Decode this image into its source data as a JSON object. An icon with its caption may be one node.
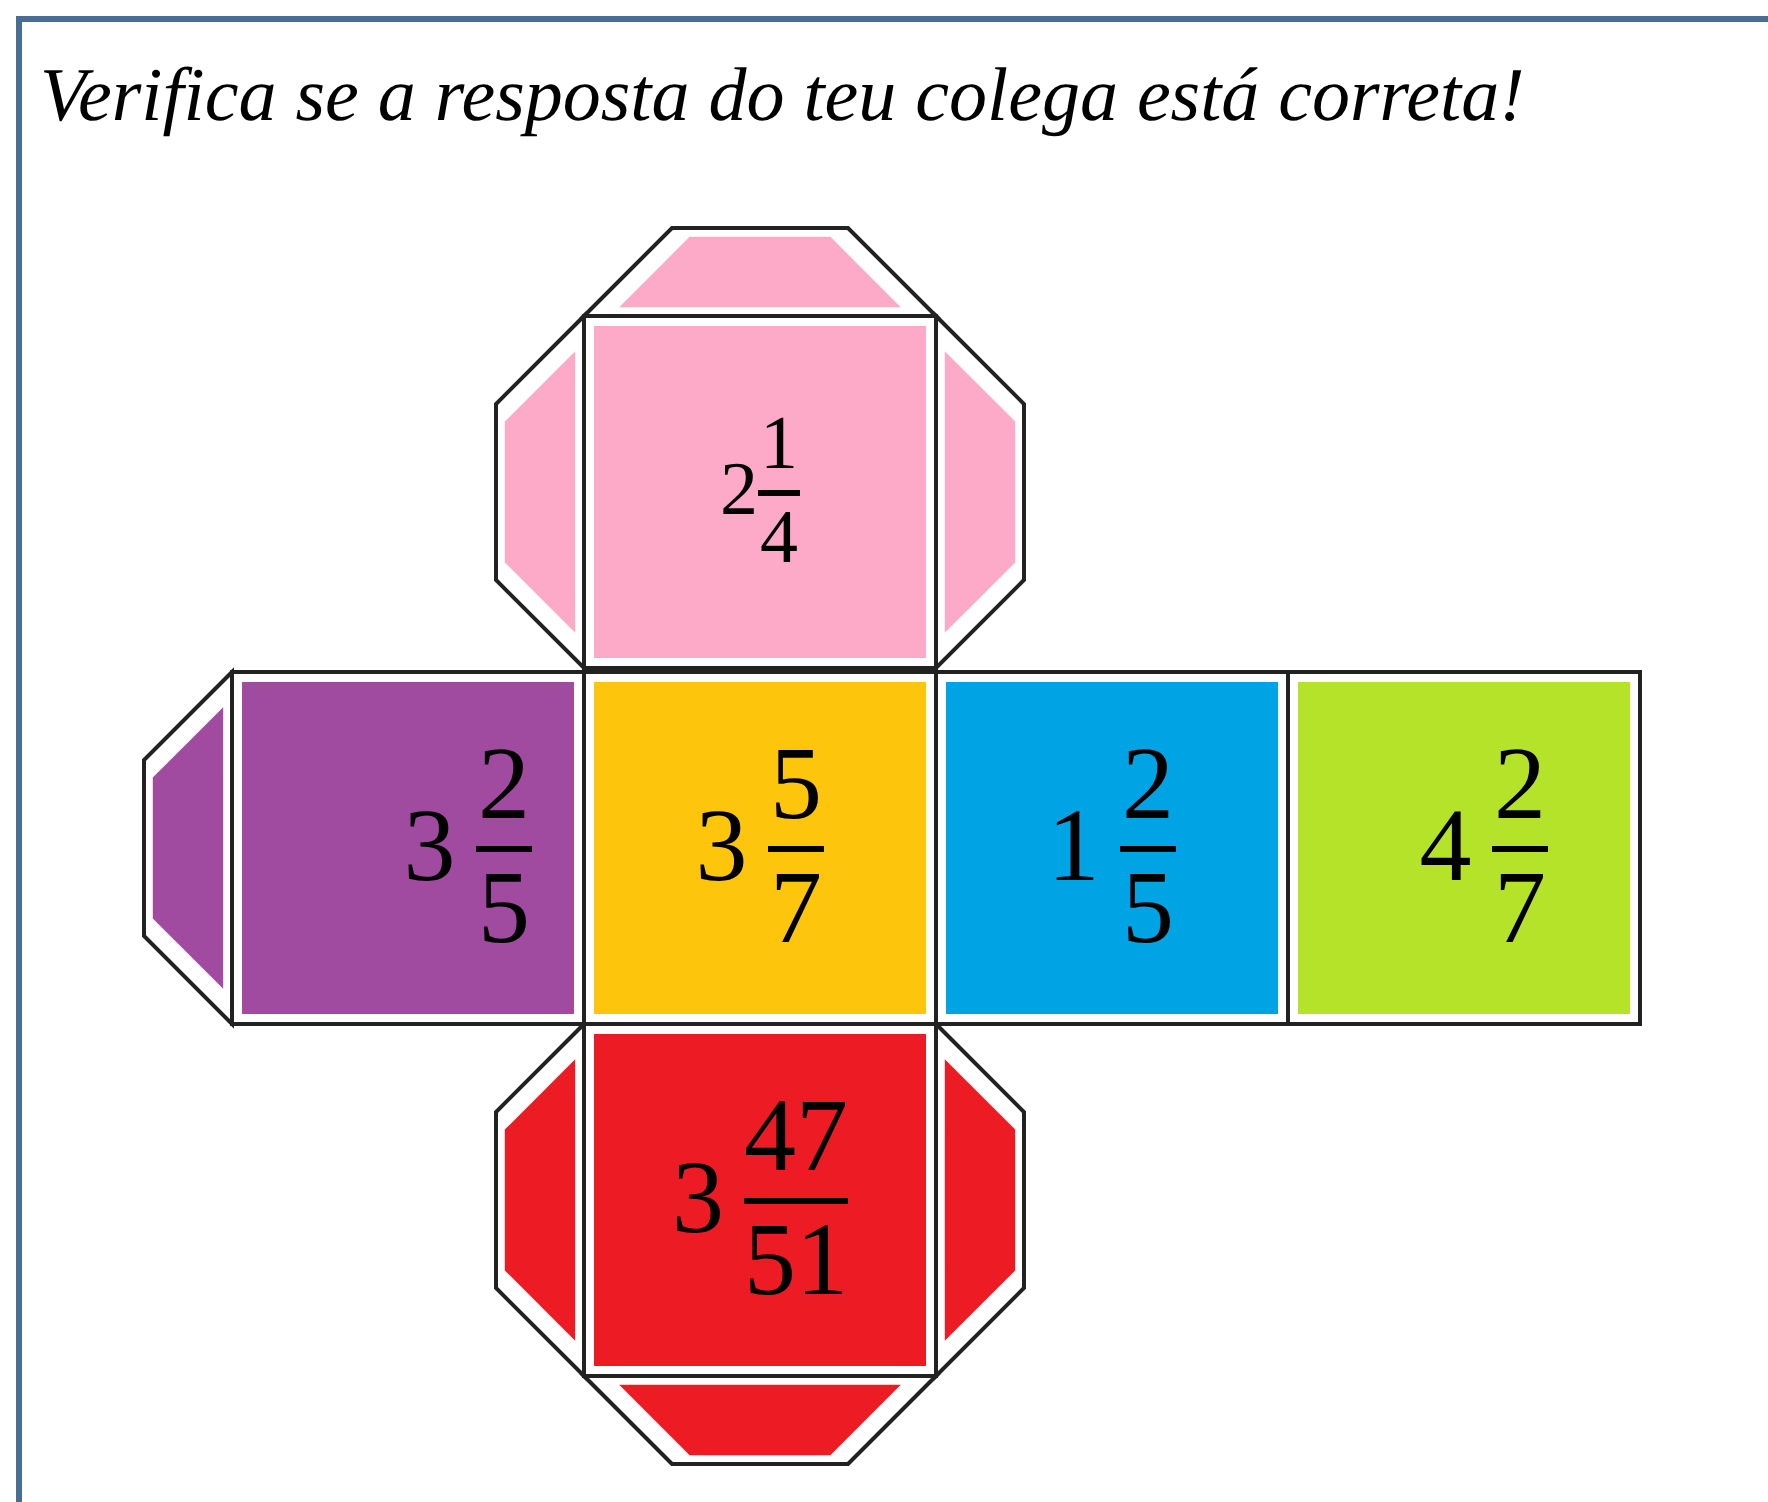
{
  "diagram": {
    "title": "Verifica se a resposta do teu colega está correta!",
    "nodes": [
      {
        "text": [
          "2",
          "1",
          "4"
        ]
      },
      {
        "text": [
          "3",
          "2",
          "5"
        ]
      },
      {
        "text": [
          "3",
          "5",
          "7"
        ]
      },
      {
        "text": [
          "1",
          "2",
          "5"
        ]
      },
      {
        "text": [
          "4",
          "2",
          "7"
        ]
      },
      {
        "text": [
          "3",
          "47",
          "51"
        ]
      }
    ]
  }
}
